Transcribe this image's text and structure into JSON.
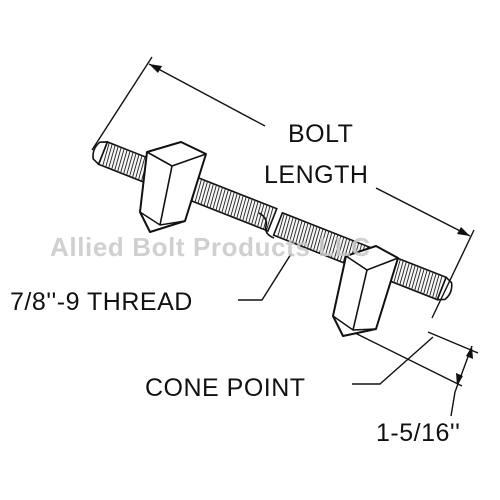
{
  "labels": {
    "bolt_length_line1": "BOLT",
    "bolt_length_line2": "LENGTH",
    "thread_spec": "7/8''-9 THREAD",
    "cone_point": "CONE POINT",
    "point_length": "1-5/16''"
  },
  "watermark": "Allied Bolt Products LLC",
  "colors": {
    "line": "#111111",
    "thread_fill": "#f7f7f7",
    "watermark": "#c8c8c8"
  }
}
